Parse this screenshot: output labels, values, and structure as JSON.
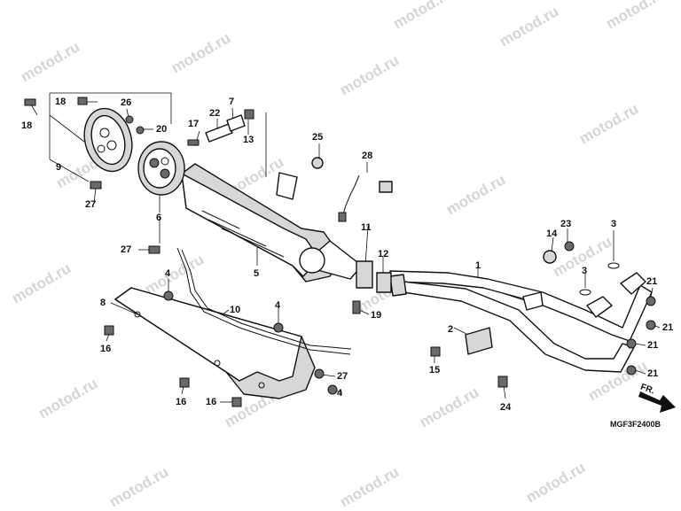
{
  "watermark": "motod.ru",
  "diagram_code": "MGF3F2400B",
  "front_marker": "FR.",
  "callouts": {
    "c1": "1",
    "c2": "2",
    "c3a": "3",
    "c3b": "3",
    "c4a": "4",
    "c4b": "4",
    "c4c": "4",
    "c5": "5",
    "c6": "6",
    "c7": "7",
    "c8": "8",
    "c9": "9",
    "c10": "10",
    "c11": "11",
    "c12": "12",
    "c13": "13",
    "c14": "14",
    "c15": "15",
    "c16a": "16",
    "c16b": "16",
    "c16c": "16",
    "c17": "17",
    "c18a": "18",
    "c18b": "18",
    "c19": "19",
    "c20": "20",
    "c21a": "21",
    "c21b": "21",
    "c21c": "21",
    "c21d": "21",
    "c22": "22",
    "c23": "23",
    "c24": "24",
    "c25": "25",
    "c26": "26",
    "c27a": "27",
    "c27b": "27",
    "c27c": "27",
    "c28": "28"
  }
}
